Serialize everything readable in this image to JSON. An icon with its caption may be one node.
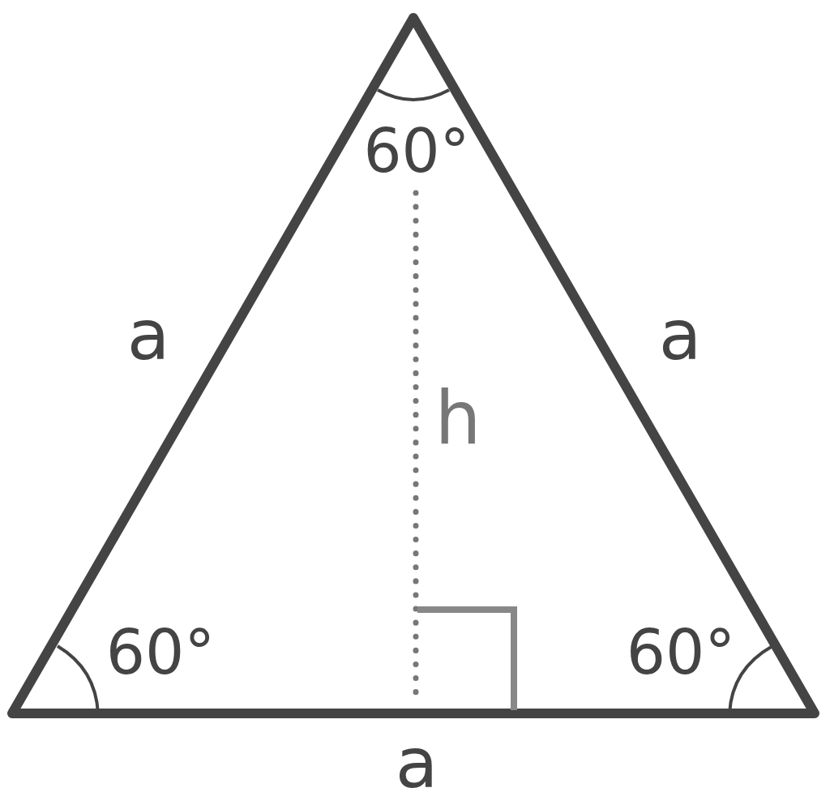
{
  "diagram": {
    "labels": [
      "60°",
      "a",
      "a",
      "h",
      "60°",
      "60°",
      "a"
    ]
  }
}
